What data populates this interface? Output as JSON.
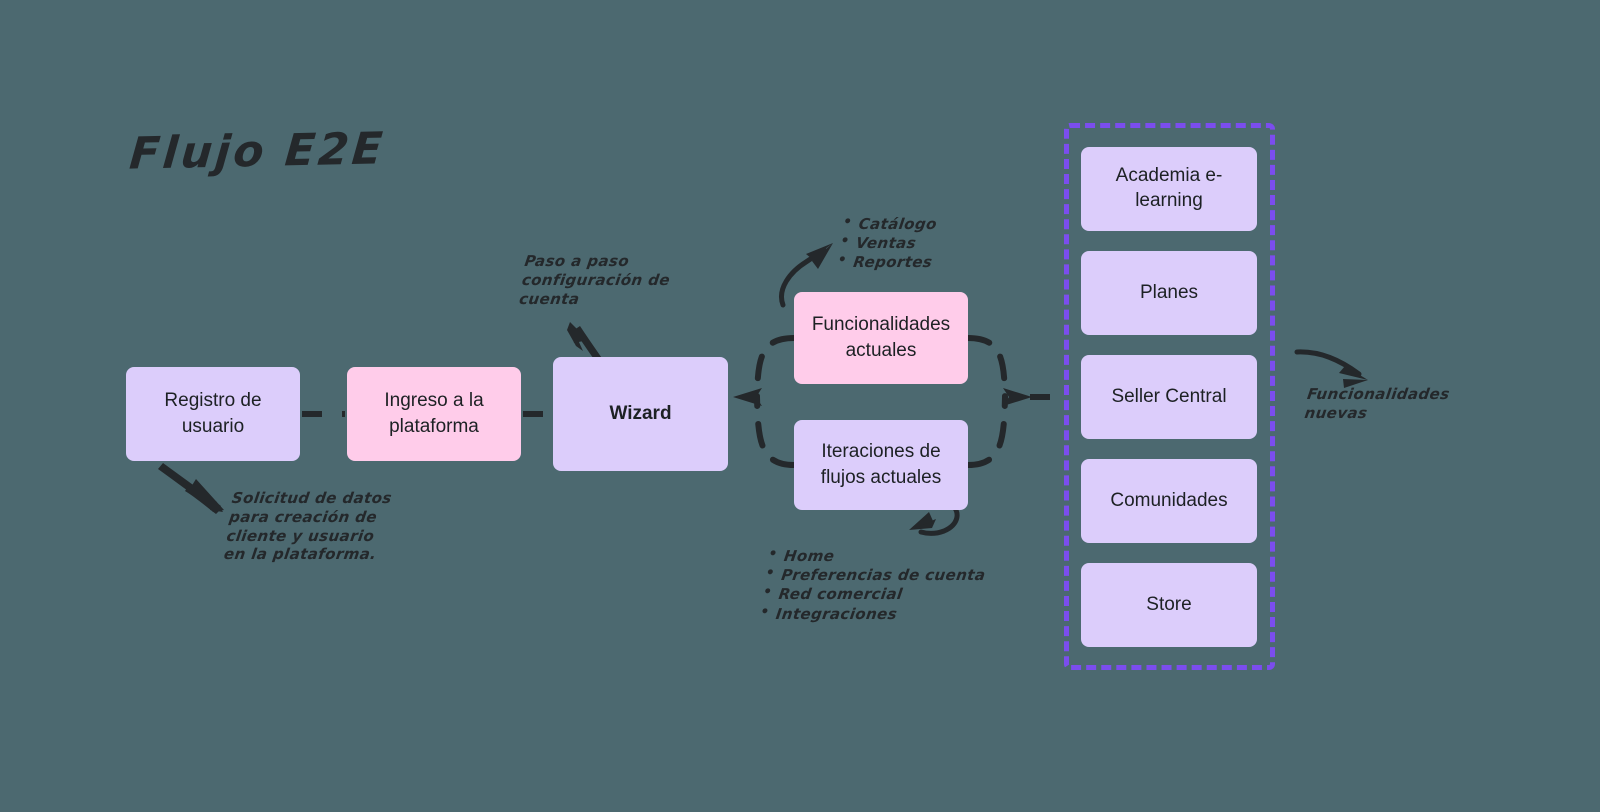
{
  "title": "Flujo E2E",
  "colors": {
    "background": "#4C6970",
    "purple_node": "#DCCDFB",
    "pink_node": "#FFCCEA",
    "group_border": "#7B4DEE",
    "ink": "#24282B"
  },
  "flow": {
    "nodes": [
      {
        "id": "registro",
        "label": "Registro de usuario",
        "color": "purple"
      },
      {
        "id": "ingreso",
        "label": "Ingreso a la\nplataforma",
        "color": "pink"
      },
      {
        "id": "wizard",
        "label": "Wizard",
        "color": "purple"
      },
      {
        "id": "funcionalidades",
        "label": "Funcionalidades\nactuales",
        "color": "pink"
      },
      {
        "id": "iteraciones",
        "label": "Iteraciones de flujos\nactuales",
        "color": "purple"
      }
    ]
  },
  "group_new_features": {
    "items": [
      {
        "label": "Academia\ne-learning"
      },
      {
        "label": "Planes"
      },
      {
        "label": "Seller Central"
      },
      {
        "label": "Comunidades"
      },
      {
        "label": "Store"
      }
    ]
  },
  "annotations": {
    "solicitud": "Solicitud de datos\npara creación de\ncliente y usuario\nen la plataforma.",
    "paso_a_paso": "Paso a paso\nconfiguración de\ncuenta",
    "funcionalidades_nuevas": "Funcionalidades\nnuevas"
  },
  "bullet_lists": {
    "top": [
      "Catálogo",
      "Ventas",
      "Reportes"
    ],
    "bottom": [
      "Home",
      "Preferencias de cuenta",
      "Red comercial",
      "Integraciones"
    ]
  }
}
